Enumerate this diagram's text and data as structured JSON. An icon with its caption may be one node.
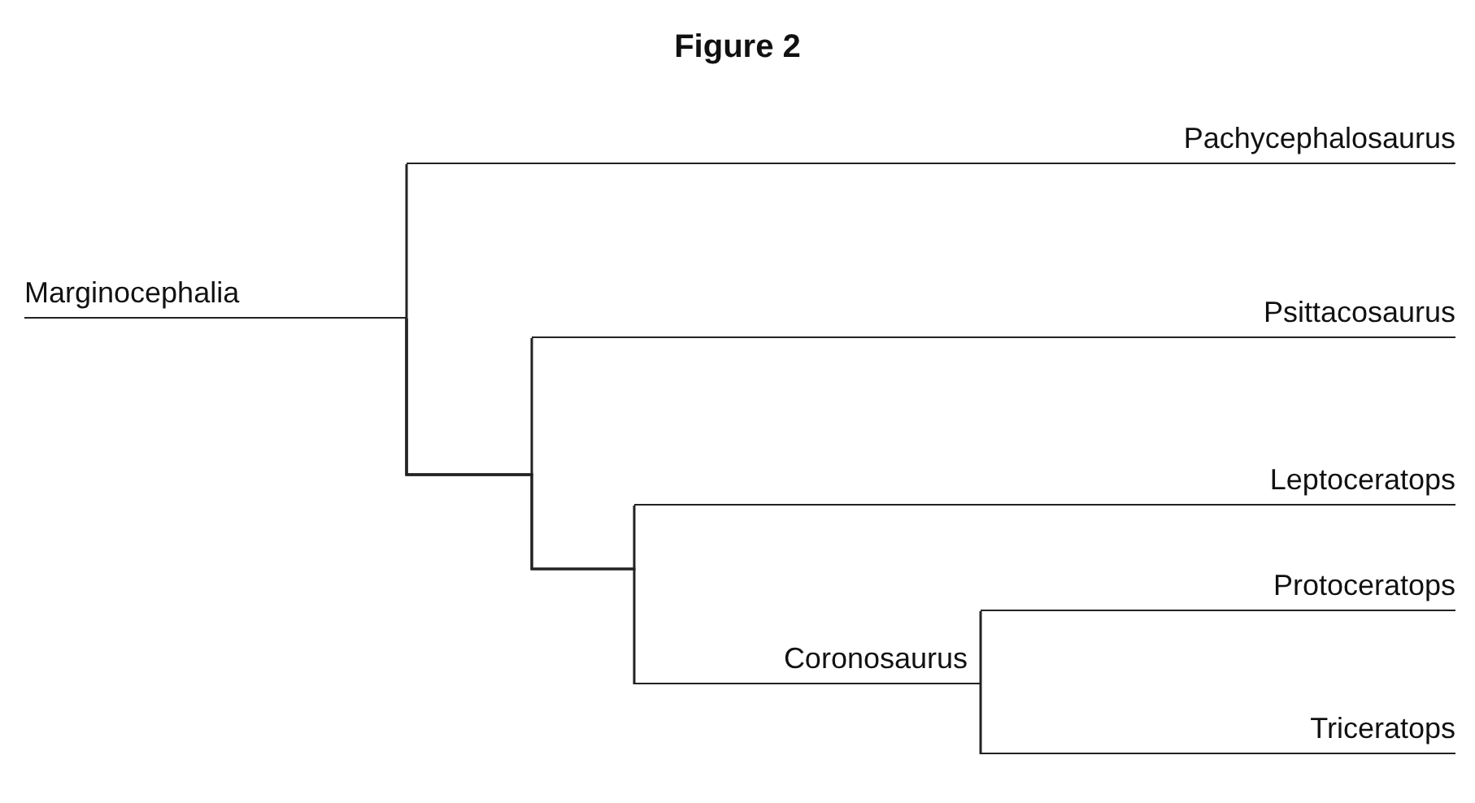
{
  "diagram": {
    "title": "Figure 2",
    "nodes": [
      {
        "text": [
          "Marginocephalia"
        ]
      },
      {
        "text": [
          "Pachycephalosaurus"
        ]
      },
      {
        "text": [
          "Psittacosaurus"
        ]
      },
      {
        "text": [
          "Leptoceratops"
        ]
      },
      {
        "text": [
          "Protoceratops"
        ]
      },
      {
        "text": [
          "Triceratops"
        ]
      },
      {
        "text": [
          "Coronosaurus"
        ]
      }
    ],
    "edges": [
      {
        "from": 0,
        "to": 1,
        "arrow": "none"
      },
      {
        "from": 0,
        "to": 2,
        "arrow": "none"
      },
      {
        "from": 0,
        "to": 3,
        "arrow": "none"
      },
      {
        "from": 0,
        "to": 6,
        "arrow": "none"
      },
      {
        "from": 6,
        "to": 4,
        "arrow": "none"
      },
      {
        "from": 6,
        "to": 5,
        "arrow": "none"
      }
    ]
  }
}
